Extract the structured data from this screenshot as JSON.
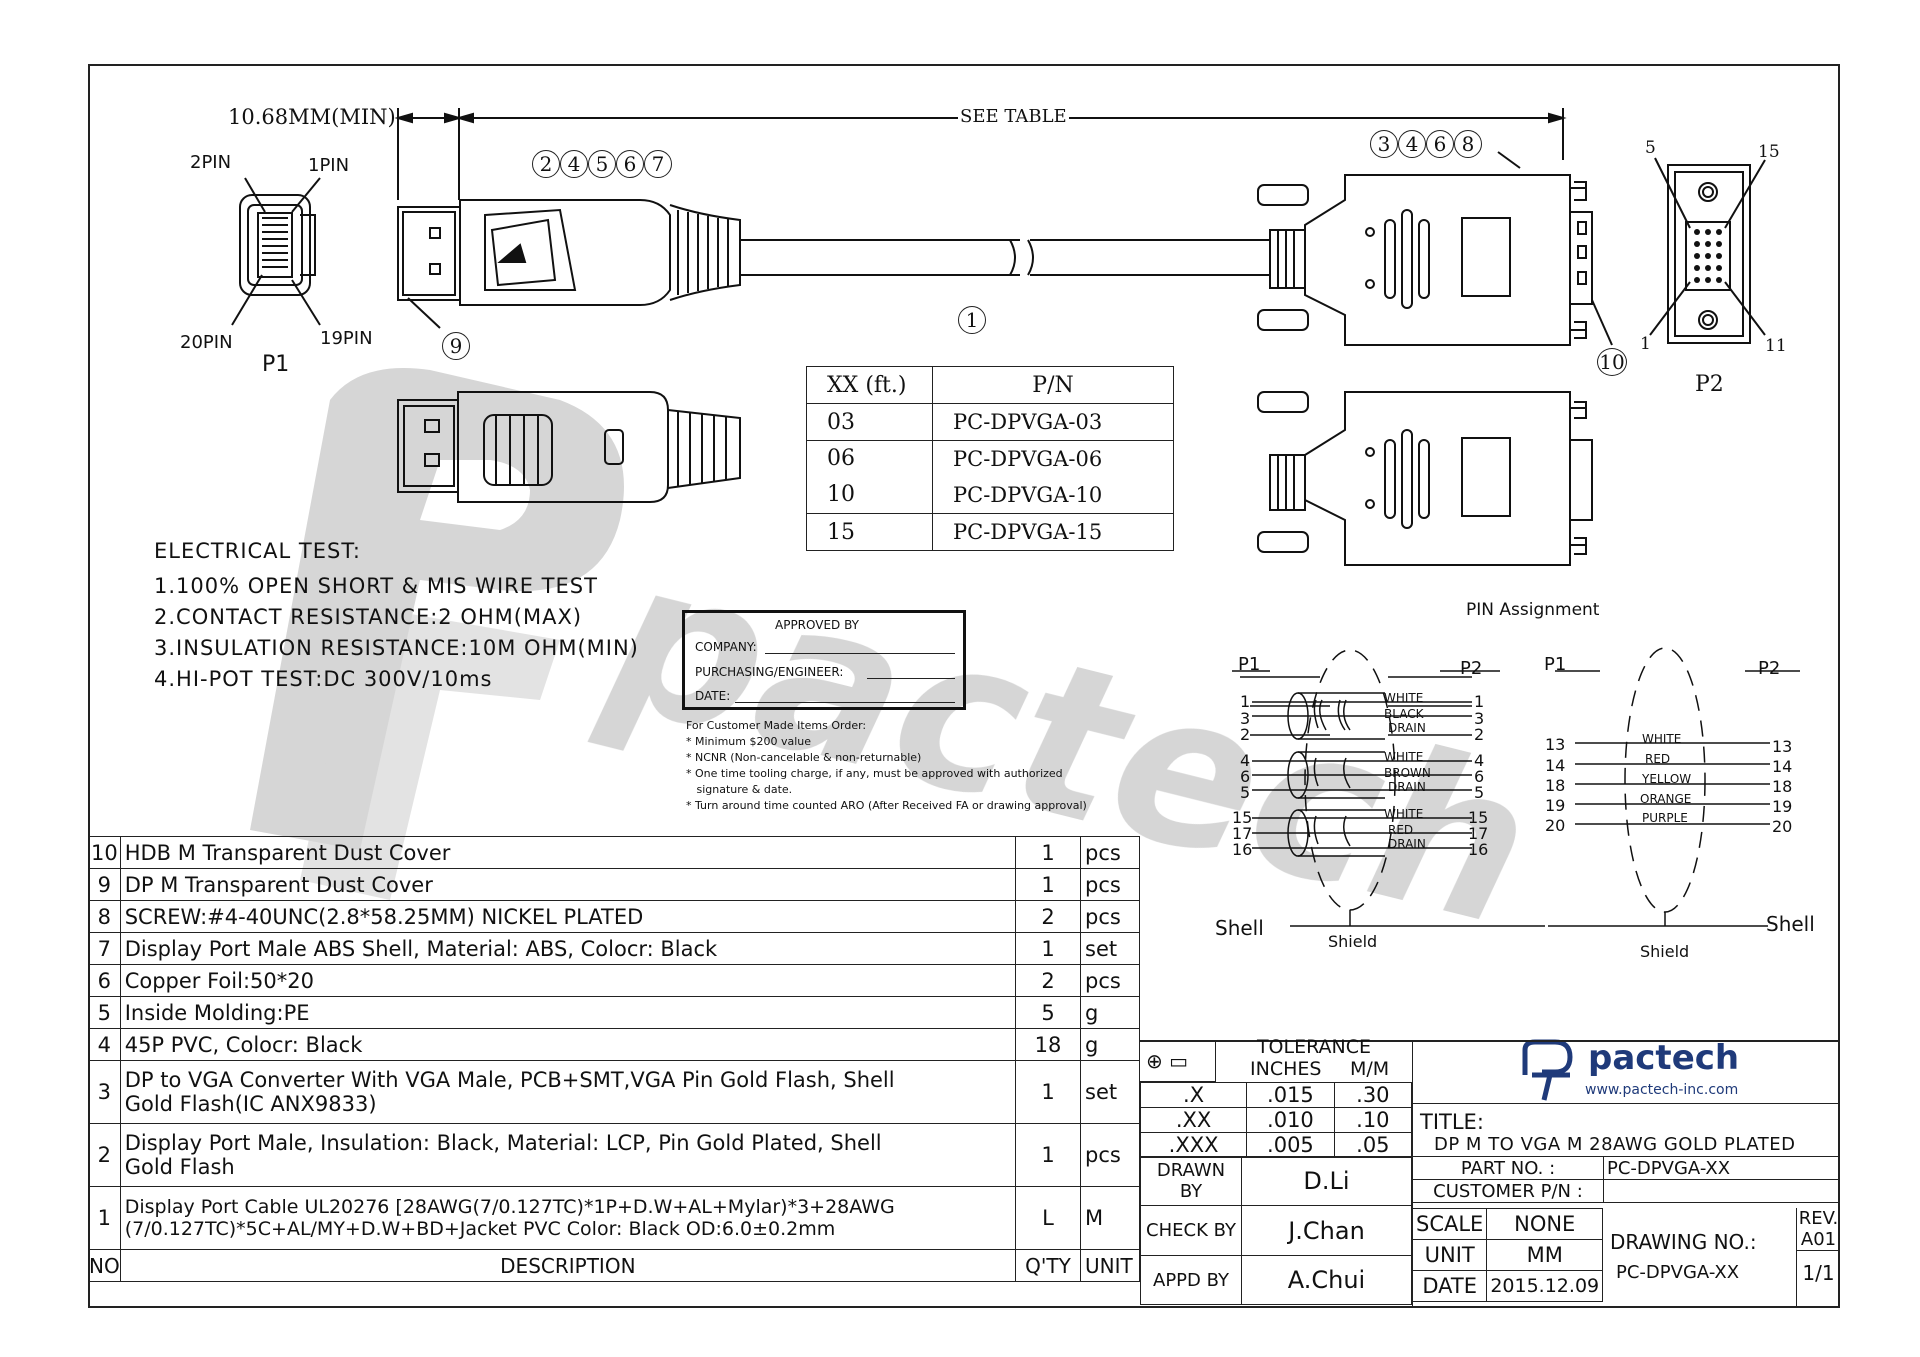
{
  "dimensions": {
    "min_length": "10.68MM(MIN)",
    "see_table": "SEE TABLE"
  },
  "callouts": {
    "p1_group": [
      "2",
      "4",
      "5",
      "6",
      "7"
    ],
    "p2_group": [
      "3",
      "4",
      "6",
      "8"
    ],
    "cable": "1",
    "dust_cover_dp": "9",
    "dust_cover_vga": "10"
  },
  "p1_pins": {
    "pin2": "2PIN",
    "pin1": "1PIN",
    "pin20": "20PIN",
    "pin19": "19PIN",
    "label": "P1"
  },
  "p2_pins": {
    "p5": "5",
    "p15": "15",
    "p1": "1",
    "p11": "11",
    "label": "P2"
  },
  "pn_table": {
    "header": {
      "xx": "XX (ft.)",
      "pn": "P/N"
    },
    "rows": [
      {
        "xx": "03",
        "pn": "PC-DPVGA-03"
      },
      {
        "xx": "06",
        "pn": "PC-DPVGA-06"
      },
      {
        "xx": "10",
        "pn": "PC-DPVGA-10"
      },
      {
        "xx": "15",
        "pn": "PC-DPVGA-15"
      }
    ]
  },
  "electrical_test": {
    "title": "ELECTRICAL TEST:",
    "items": [
      "1.100% OPEN SHORT & MIS WIRE TEST",
      "2.CONTACT RESISTANCE:2 OHM(MAX)",
      "3.INSULATION RESISTANCE:10M OHM(MIN)",
      "4.HI-POT TEST:DC 300V/10ms"
    ]
  },
  "approval": {
    "title": "APPROVED BY",
    "company": "COMPANY:",
    "purchasing": "PURCHASING/ENGINEER:",
    "date": "DATE:"
  },
  "order_notes": {
    "title": "For Customer Made Items Order:",
    "items": [
      "* Minimum $200 value",
      "* NCNR (Non-cancelable & non-returnable)",
      "* One time tooling charge, if any, must be approved with authorized",
      "   signature & date.",
      "* Turn around time counted ARO (After Received FA or drawing approval)"
    ]
  },
  "pin_assignment": {
    "title": "PIN Assignment",
    "left": {
      "p1": "P1",
      "p2": "P2",
      "rows": [
        {
          "l": "1",
          "r": "1",
          "wire": "WHITE"
        },
        {
          "l": "3",
          "r": "3",
          "wire": "BLACK"
        },
        {
          "l": "2",
          "r": "2",
          "wire": "DRAIN"
        },
        {
          "l": "4",
          "r": "4",
          "wire": "WHITE"
        },
        {
          "l": "6",
          "r": "6",
          "wire": "BROWN"
        },
        {
          "l": "5",
          "r": "5",
          "wire": "DRAIN"
        },
        {
          "l": "15",
          "r": "15",
          "wire": "WHITE"
        },
        {
          "l": "17",
          "r": "17",
          "wire": "RED"
        },
        {
          "l": "16",
          "r": "16",
          "wire": "DRAIN"
        }
      ],
      "shell": "Shell",
      "shield": "Shield"
    },
    "right": {
      "p1": "P1",
      "p2": "P2",
      "rows": [
        {
          "l": "13",
          "r": "13",
          "wire": "WHITE"
        },
        {
          "l": "14",
          "r": "14",
          "wire": "RED"
        },
        {
          "l": "18",
          "r": "18",
          "wire": "YELLOW"
        },
        {
          "l": "19",
          "r": "19",
          "wire": "ORANGE"
        },
        {
          "l": "20",
          "r": "20",
          "wire": "PURPLE"
        }
      ],
      "shell": "Shell",
      "shield": "Shield"
    }
  },
  "bom": {
    "rows": [
      {
        "no": "10",
        "desc": "HDB M Transparent Dust Cover",
        "qty": "1",
        "unit": "pcs"
      },
      {
        "no": "9",
        "desc": "DP M Transparent Dust Cover",
        "qty": "1",
        "unit": "pcs"
      },
      {
        "no": "8",
        "desc": "SCREW:#4-40UNC(2.8*58.25MM) NICKEL PLATED",
        "qty": "2",
        "unit": "pcs"
      },
      {
        "no": "7",
        "desc": "Display Port Male ABS Shell, Material: ABS, Colocr: Black",
        "qty": "1",
        "unit": "set"
      },
      {
        "no": "6",
        "desc": "Copper Foil:50*20",
        "qty": "2",
        "unit": "pcs"
      },
      {
        "no": "5",
        "desc": "Inside Molding:PE",
        "qty": "5",
        "unit": "g"
      },
      {
        "no": "4",
        "desc": "45P PVC, Colocr: Black",
        "qty": "18",
        "unit": "g"
      },
      {
        "no": "3",
        "desc": "DP to VGA Converter With VGA Male, PCB+SMT,VGA Pin Gold Flash, Shell",
        "desc2": "Gold Flash(IC ANX9833)",
        "qty": "1",
        "unit": "set"
      },
      {
        "no": "2",
        "desc": "Display Port Male, Insulation: Black, Material: LCP, Pin Gold  Plated, Shell",
        "desc2": "Gold Flash",
        "qty": "1",
        "unit": "pcs"
      },
      {
        "no": "1",
        "desc": "Display Port Cable UL20276 [28AWG(7/0.127TC)*1P+D.W+AL+Mylar)*3+28AWG",
        "desc2": "(7/0.127TC)*5C+AL/MY+D.W+BD+Jacket PVC Color:   Black OD:6.0±0.2mm",
        "qty": "L",
        "unit": "M"
      }
    ],
    "header": {
      "no": "NO",
      "desc": "DESCRIPTION",
      "qty": "Q'TY",
      "unit": "UNIT"
    }
  },
  "title_block": {
    "tolerance": "TOLERANCE",
    "inches": "INCHES",
    "mm": "M/M",
    "tol_rows": [
      {
        "d": ".X",
        "in": ".015",
        "mm": ".30"
      },
      {
        "d": ".XX",
        "in": ".010",
        "mm": ".10"
      },
      {
        "d": ".XXX",
        "in": ".005",
        "mm": ".05"
      }
    ],
    "brand": "pactech",
    "website": "www.pactech-inc.com",
    "title_label": "TITLE:",
    "title_value": "DP M TO VGA M   28AWG GOLD PLATED",
    "part_no_label": "PART NO. :",
    "part_no_value": "PC-DPVGA-XX",
    "customer_pn_label": "CUSTOMER P/N :",
    "drawn_by_label": "DRAWN BY",
    "drawn_by": "D.Li",
    "check_by_label": "CHECK BY",
    "check_by": "J.Chan",
    "appd_by_label": "APPD BY",
    "appd_by": "A.Chui",
    "scale_label": "SCALE",
    "scale": "NONE",
    "unit_label": "UNIT",
    "unit": "MM",
    "date_label": "DATE",
    "date": "2015.12.09",
    "drawing_no_label": "DRAWING NO.:",
    "drawing_no": "PC-DPVGA-XX",
    "rev_label": "REV.",
    "rev": "A01",
    "sheet": "1/1"
  }
}
